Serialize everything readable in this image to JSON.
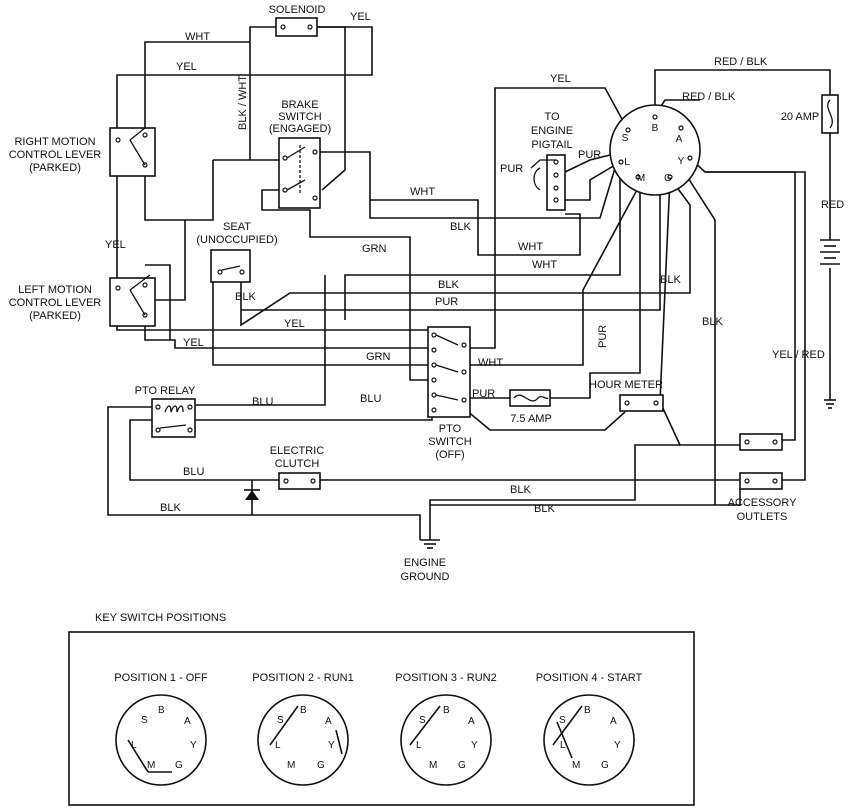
{
  "components": {
    "solenoid": "SOLENOID",
    "brake_switch": [
      "BRAKE",
      "SWITCH",
      "(ENGAGED)"
    ],
    "right_lever": [
      "RIGHT MOTION",
      "CONTROL LEVER",
      "(PARKED)"
    ],
    "left_lever": [
      "LEFT MOTION",
      "CONTROL LEVER",
      "(PARKED)"
    ],
    "seat": [
      "SEAT",
      "(UNOCCUPIED)"
    ],
    "engine_pigtail": [
      "TO",
      "ENGINE",
      "PIGTAIL"
    ],
    "fuse_20": "20 AMP",
    "fuse_75": "7.5 AMP",
    "pto_relay": "PTO RELAY",
    "pto_switch": [
      "PTO",
      "SWITCH",
      "(OFF)"
    ],
    "hour_meter": "HOUR METER",
    "electric_clutch": [
      "ELECTRIC",
      "CLUTCH"
    ],
    "accessory_outlets": [
      "ACCESSORY",
      "OUTLETS"
    ],
    "engine_ground": [
      "ENGINE",
      "GROUND"
    ]
  },
  "key_switch_pins": [
    "S",
    "B",
    "A",
    "L",
    "Y",
    "M",
    "G"
  ],
  "wires": {
    "yel": "YEL",
    "wht": "WHT",
    "blk_wht": "BLK / WHT",
    "red_blk": "RED / BLK",
    "red": "RED",
    "pur": "PUR",
    "blk": "BLK",
    "grn": "GRN",
    "blu": "BLU",
    "yel_red": "YEL / RED"
  },
  "key_positions": {
    "title": "KEY SWITCH POSITIONS",
    "labels": [
      "POSITION 1 - OFF",
      "POSITION 2 - RUN1",
      "POSITION 3 - RUN2",
      "POSITION 4 - START"
    ]
  }
}
